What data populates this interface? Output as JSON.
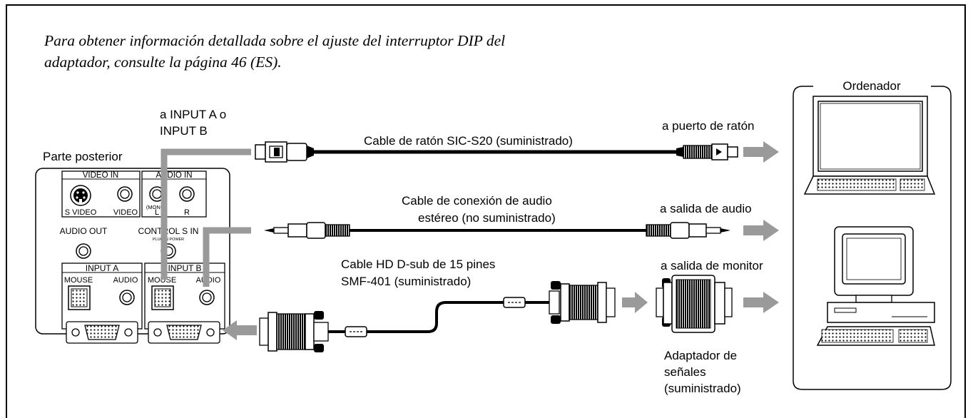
{
  "intro": {
    "line1": "Para obtener información detallada sobre el ajuste del interruptor DIP del",
    "line2": "adaptador, consulte la página 46 (ES)."
  },
  "projector": {
    "title": "Parte posterior",
    "video_in": "VIDEO IN",
    "audio_in": "AUDIO IN",
    "s_video": "S VIDEO",
    "video": "VIDEO",
    "mono": "(MONO)",
    "l": "L",
    "r": "R",
    "audio_out": "AUDIO OUT",
    "control_s_in": "CONTROL S IN",
    "plug_in_power": "PLUG IN POWER",
    "input_a": "INPUT A",
    "input_b": "INPUT B",
    "mouse": "MOUSE",
    "audio": "AUDIO"
  },
  "labels": {
    "to_input_1": "a INPUT A o",
    "to_input_2": "INPUT B",
    "mouse_cable": "Cable de ratón SIC-S20 (suministrado)",
    "to_mouse_port": "a puerto de ratón",
    "audio_cable_1": "Cable de conexión de audio",
    "audio_cable_2": "estéreo (no suministrado)",
    "to_audio_out": "a salida de audio",
    "hd_cable_1": "Cable HD D-sub de 15 pines",
    "hd_cable_2": "SMF-401 (suministrado)",
    "to_monitor_out": "a salida de monitor",
    "adapter_1": "Adaptador de",
    "adapter_2": "señales",
    "adapter_3": "(suministrado)",
    "computer": "Ordenador"
  },
  "icons": [
    "mini-din-connector-icon",
    "stereo-mini-plug-icon",
    "hd-dsub-15pin-connector-icon",
    "ferrite-core-icon",
    "signal-adapter-icon",
    "laptop-computer-icon",
    "desktop-computer-icon",
    "arrow-right-icon",
    "arrow-left-icon"
  ]
}
